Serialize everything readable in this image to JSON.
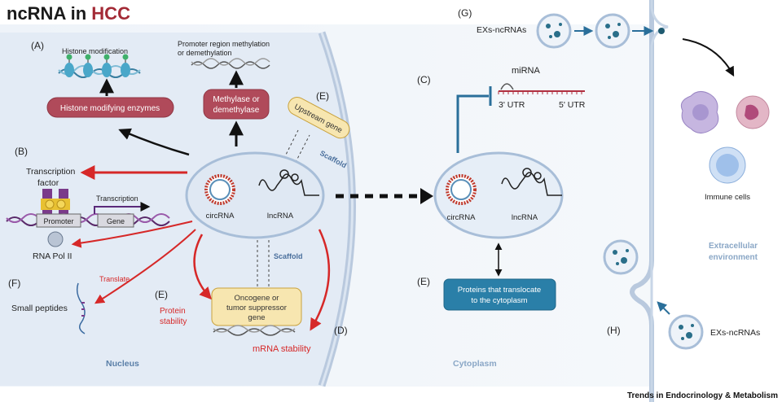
{
  "title": {
    "part1": "ncRNA in ",
    "part2": "HCC",
    "color1": "#1a1a1a",
    "color2": "#a32a36"
  },
  "panels": {
    "A": "(A)",
    "B": "(B)",
    "C": "(C)",
    "D": "(D)",
    "E1": "(E)",
    "E2": "(E)",
    "E3": "(E)",
    "F": "(F)",
    "G": "(G)",
    "H": "(H)"
  },
  "nucleus": {
    "histone_modification": "Histone modification",
    "histone_enzymes": "Histone modifying enzymes",
    "promoter_methylation_line1": "Promoter region methylation",
    "promoter_methylation_line2": "or demethylation",
    "methylase_line1": "Methylase or",
    "methylase_line2": "demethylase",
    "upstream_gene": "Upstream gene",
    "scaffold_top": "Scaffold",
    "scaffold_bottom": "Scaffold",
    "transcription_factor_line1": "Transcription",
    "transcription_factor_line2": "factor",
    "transcription": "Transcription",
    "promoter": "Promoter",
    "gene": "Gene",
    "rna_pol": "RNA Pol II",
    "translate": "Translate",
    "small_peptides": "Small peptides",
    "protein_stability_line1": "Protein",
    "protein_stability_line2": "stability",
    "oncogene_line1": "Oncogene or",
    "oncogene_line2": "tumor suppressor",
    "oncogene_line3": "gene",
    "mrna_stability": "mRNA stability",
    "circrna": "circRNA",
    "lncrna": "lncRNA",
    "label": "Nucleus"
  },
  "cytoplasm": {
    "mirna": "miRNA",
    "utr3": "3' UTR",
    "utr5": "5' UTR",
    "circrna": "circRNA",
    "lncrna": "lncRNA",
    "proteins_line1": "Proteins that translocate",
    "proteins_line2": "to the cytoplasm",
    "label": "Cytoplasm"
  },
  "extracellular": {
    "exs_top": "EXs-ncRNAs",
    "exs_bottom": "EXs-ncRNAs",
    "immune_cells": "Immune cells",
    "env_line1": "Extracellular",
    "env_line2": "environment"
  },
  "journal": "Trends in Endocrinology & Metabolism",
  "colors": {
    "red_arrow": "#d62828",
    "maroon_box": "#b04a5a",
    "teal_box": "#2a7fa8",
    "cell_fill": "#e6eef7",
    "membrane": "#b9c9de",
    "yellow_box": "#f7e6b0"
  }
}
